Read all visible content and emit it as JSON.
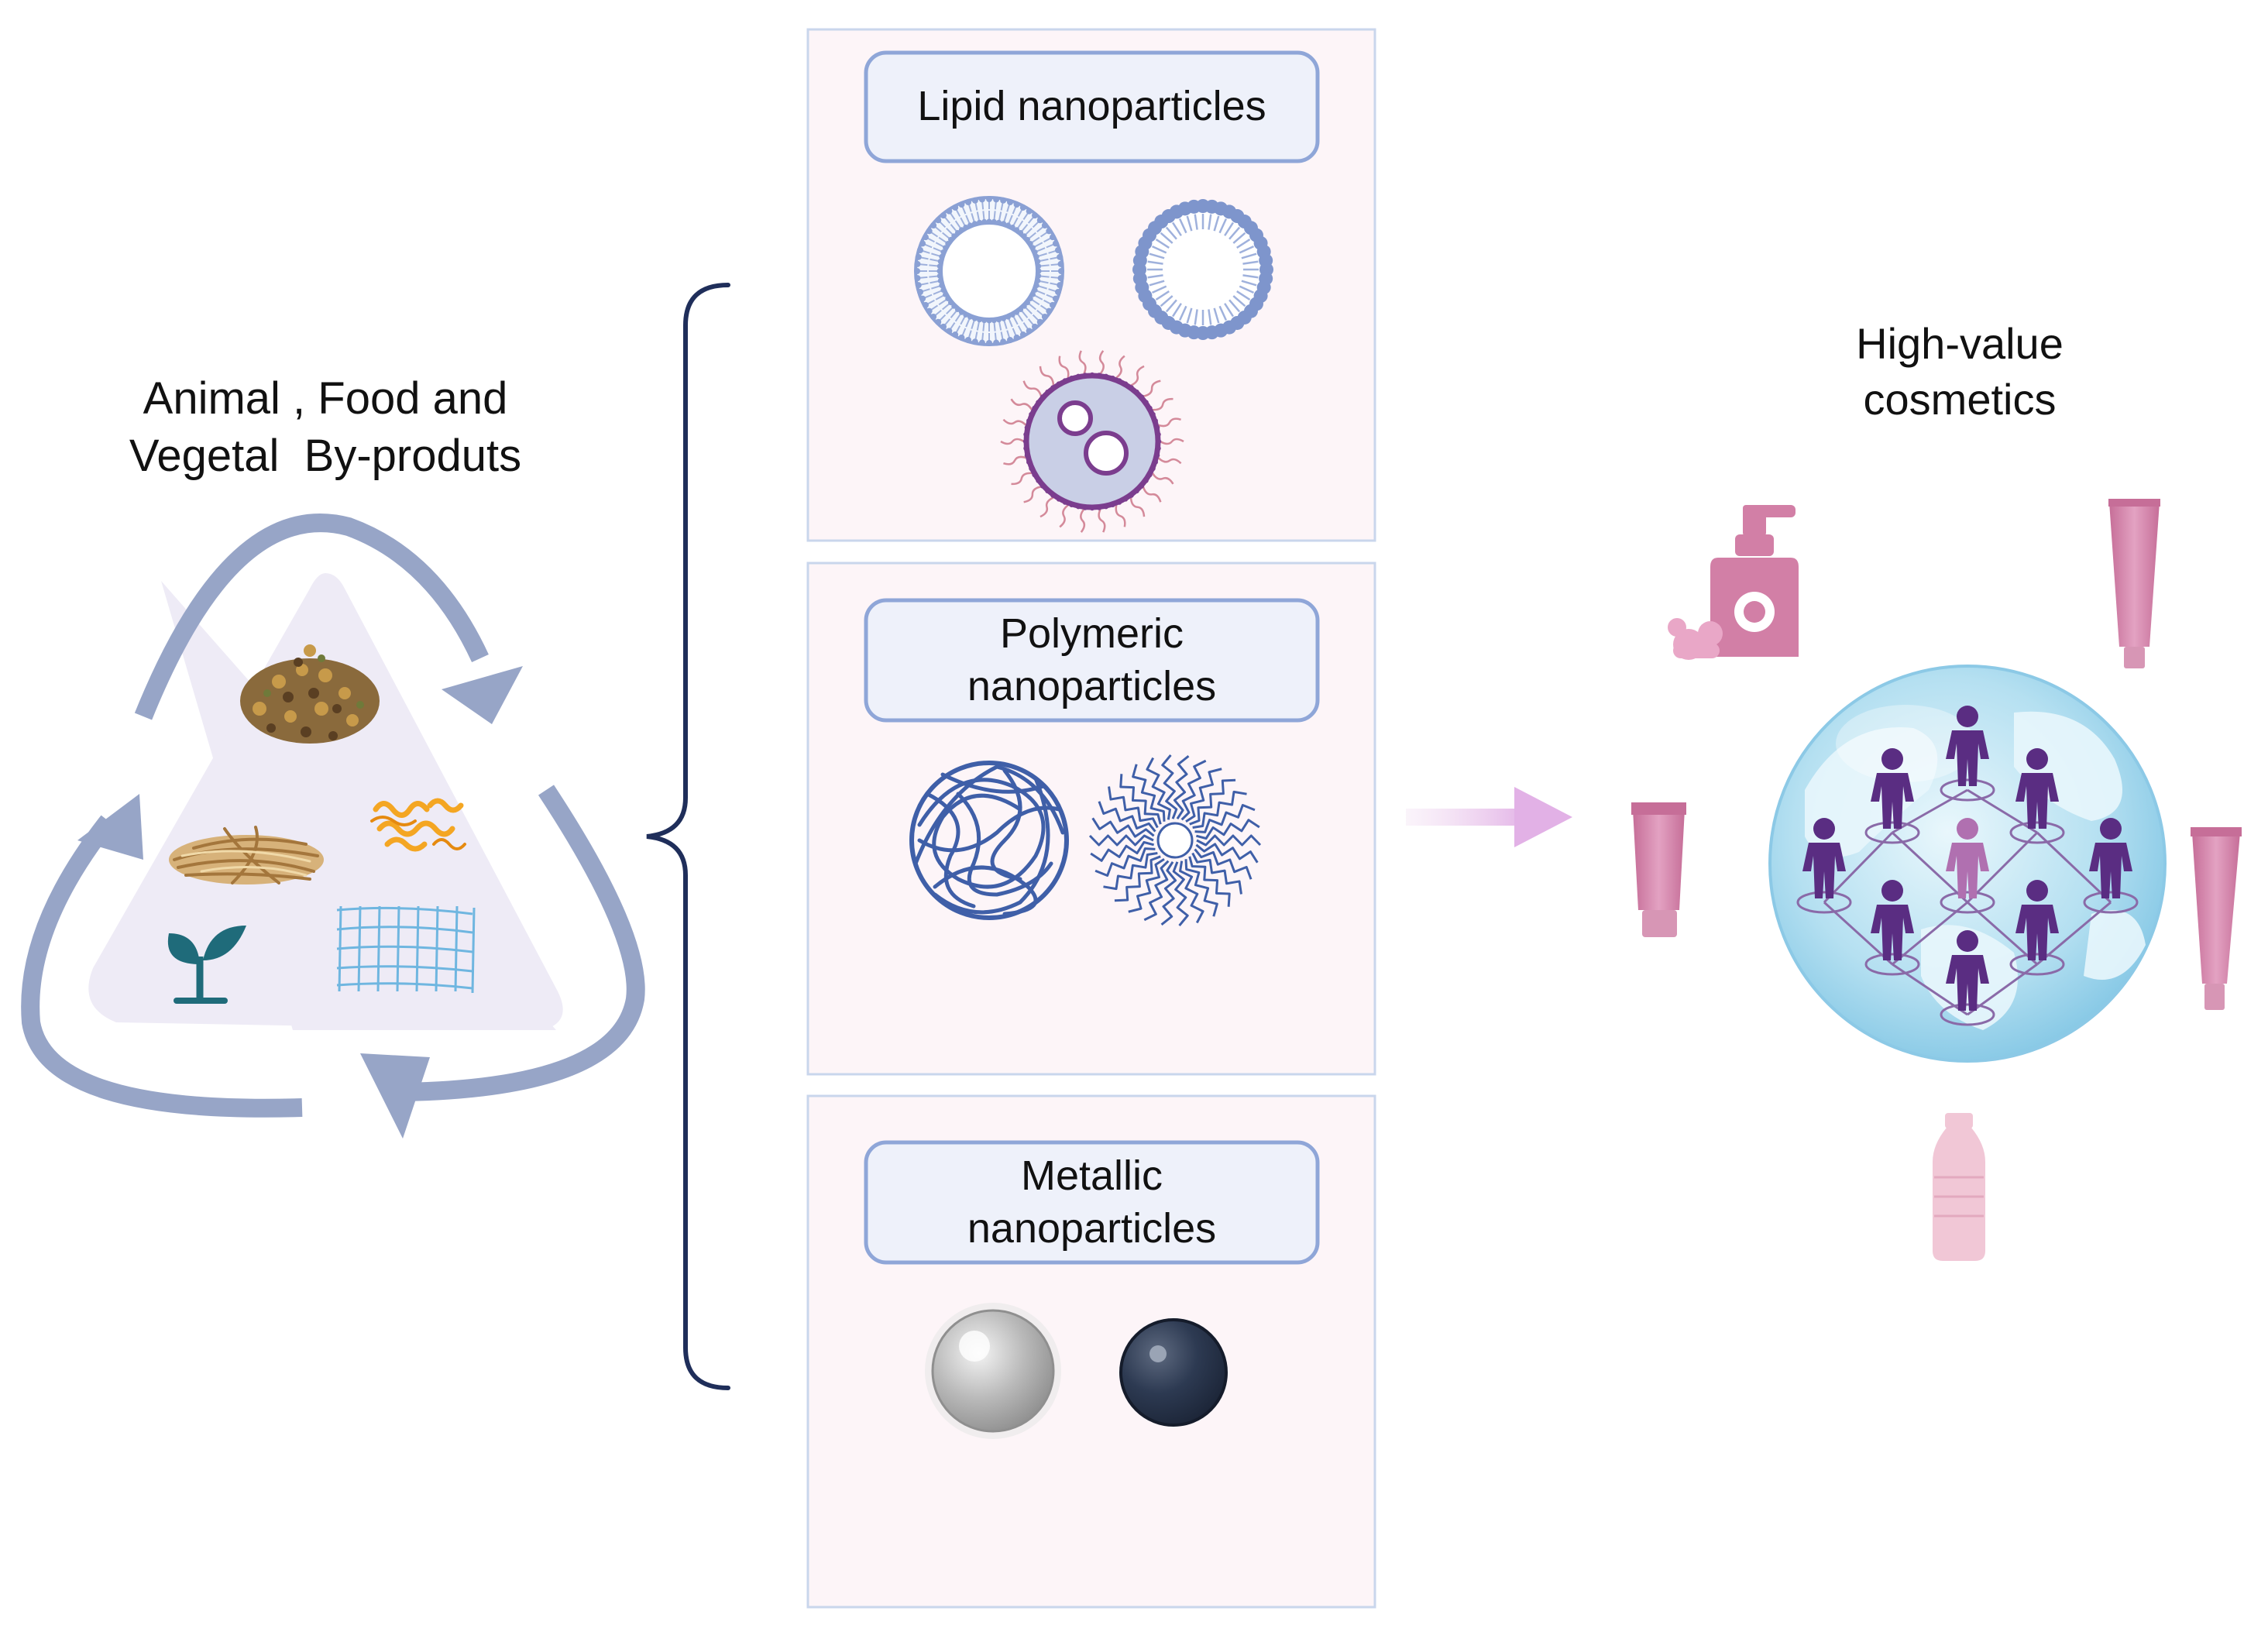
{
  "source": {
    "title_line1": "Animal , Food and",
    "title_line2": "Vegetal  By-produts"
  },
  "nanoparticles": {
    "lipid": {
      "label": "Lipid nanoparticles"
    },
    "polymeric": {
      "line1": "Polymeric",
      "line2": "nanoparticles"
    },
    "metallic": {
      "line1": "Metallic",
      "line2": "nanoparticles"
    }
  },
  "output": {
    "line1": "High-value",
    "line2": "cosmetics"
  },
  "colors": {
    "recycle_arrow": "#97A5C7",
    "triangle_fill": "#EEEBF6",
    "panel_fill": "#FDF5F8",
    "panel_border": "#C9D6EC",
    "label_fill": "#EEF1FA",
    "label_border": "#8FA6D8",
    "membrane": "#7E95CC",
    "polymer": "#3F5FA8",
    "people": "#5A2D82",
    "cosmetic": "#D27FA6",
    "globe": "#A7D8EE",
    "flow_arrow": "#E6B8E6"
  },
  "icons": [
    "recycle-arrows",
    "pile-icon",
    "fibers-icon",
    "shavings-icon",
    "sprout-icon",
    "mesh-icon",
    "liposome-icon",
    "micelle-icon",
    "vesicle-icon",
    "polymer-coil-icon",
    "star-polymer-icon",
    "silver-sphere-icon",
    "dark-sphere-icon",
    "soap-pump-icon",
    "tube-icon",
    "bottle-icon",
    "globe-icon",
    "people-network-icon"
  ]
}
